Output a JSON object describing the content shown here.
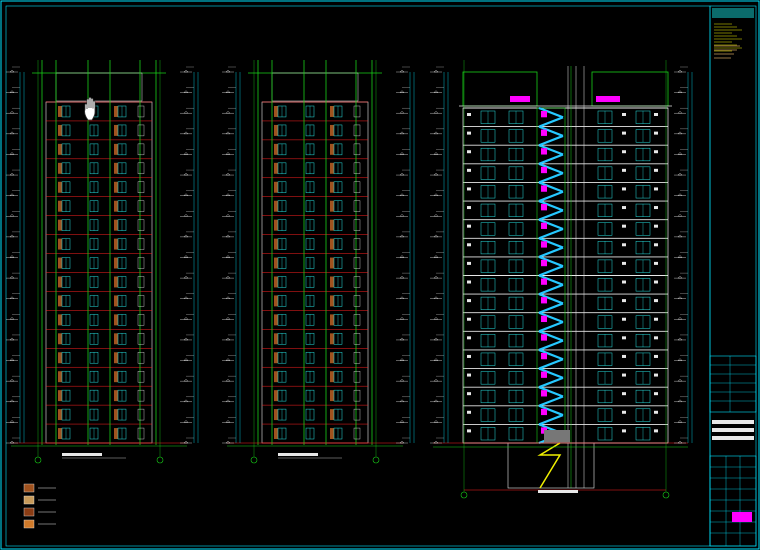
{
  "viewport": {
    "background": "#000000",
    "frame_color": "#00e5ff"
  },
  "colors": {
    "grid": "#00e5ff",
    "axis_red": "#ff2020",
    "wall_green": "#18d018",
    "window": "#27e0e0",
    "stair": "#ff00ff",
    "stair_flight": "#26c8ff",
    "brown": "#a0521e",
    "yellow": "#f0f000",
    "text": "#e8e8e8",
    "legend_brown": "#a0521e",
    "legend_tan": "#c79a5a"
  },
  "drawings": {
    "elevation_left": {
      "floors": 18
    },
    "elevation_mid": {
      "floors": 18
    },
    "section_right": {
      "floors": 18
    }
  },
  "legend": {
    "items": [
      {
        "swatch": "#a0521e"
      },
      {
        "swatch": "#c79a5a"
      },
      {
        "swatch": "#8a3c14"
      },
      {
        "swatch": "#d07a2a"
      }
    ]
  },
  "title_block": {
    "accent": "#ff00ff"
  },
  "cursor": {
    "icon": "hand-pan-icon"
  }
}
